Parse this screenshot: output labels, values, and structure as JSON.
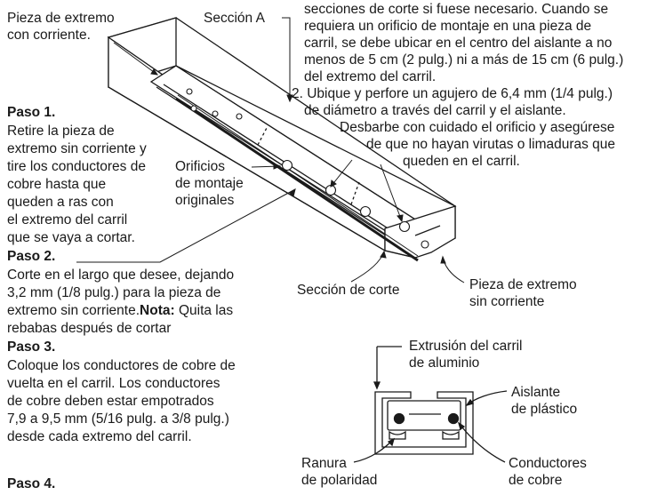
{
  "labels": {
    "live_end": [
      "Pieza de extremo",
      "con corriente."
    ],
    "section_a": "Sección A",
    "mounting_holes": [
      "Orificios",
      "de montaje",
      "originales"
    ],
    "cut_section": "Sección de corte",
    "dead_end": [
      "Pieza de extremo",
      "sin corriente"
    ],
    "extrusion": [
      "Extrusión del carril",
      "de aluminio"
    ],
    "insulator": [
      "Aislante",
      "de plástico"
    ],
    "polarity_slot": [
      "Ranura",
      "de polaridad"
    ],
    "conductors": [
      "Conductores",
      "de cobre"
    ]
  },
  "top_right": {
    "lines": [
      "secciones de corte si fuese necesario. Cuando se",
      "requiera un orificio de montaje en una pieza de",
      "carril, se debe ubicar en el centro del aislante a no",
      "menos de 5 cm (2 pulg.) ni a más de 15 cm (6 pulg.)",
      "del extremo del carril."
    ],
    "step2_lines": [
      "2. Ubique y perfore un agujero de 6,4 mm (1/4 pulg.)",
      "de diámetro a través del carril y el aislante.",
      "Desbarbe con cuidado el orificio y asegúrese",
      "de que no hayan virutas o limaduras que",
      "queden en el carril."
    ]
  },
  "steps": {
    "paso1_title": "Paso 1.",
    "paso1_lines": [
      "Retire la pieza de",
      "extremo sin corriente y",
      "tire los conductores de",
      "cobre hasta que",
      "queden a ras con",
      "el extremo del carril",
      "que se vaya a cortar."
    ],
    "paso2_title": "Paso 2.",
    "paso2_lines": [
      "Corte en el largo que desee, dejando",
      "3,2 mm (1/8 pulg.) para la pieza de",
      "extremo sin corriente."
    ],
    "paso2_nota_label": "Nota:",
    "paso2_nota_text": " Quita las",
    "paso2_last_line": "rebabas después de cortar",
    "paso3_title": "Paso 3.",
    "paso3_lines": [
      "Coloque los conductores de cobre de",
      "vuelta en el carril. Los conductores",
      "de cobre deben estar empotrados",
      "7,9 a 9,5 mm (5/16 pulg. a 3/8 pulg.)",
      "desde cada extremo del carril."
    ],
    "paso4_title": "Paso 4."
  }
}
